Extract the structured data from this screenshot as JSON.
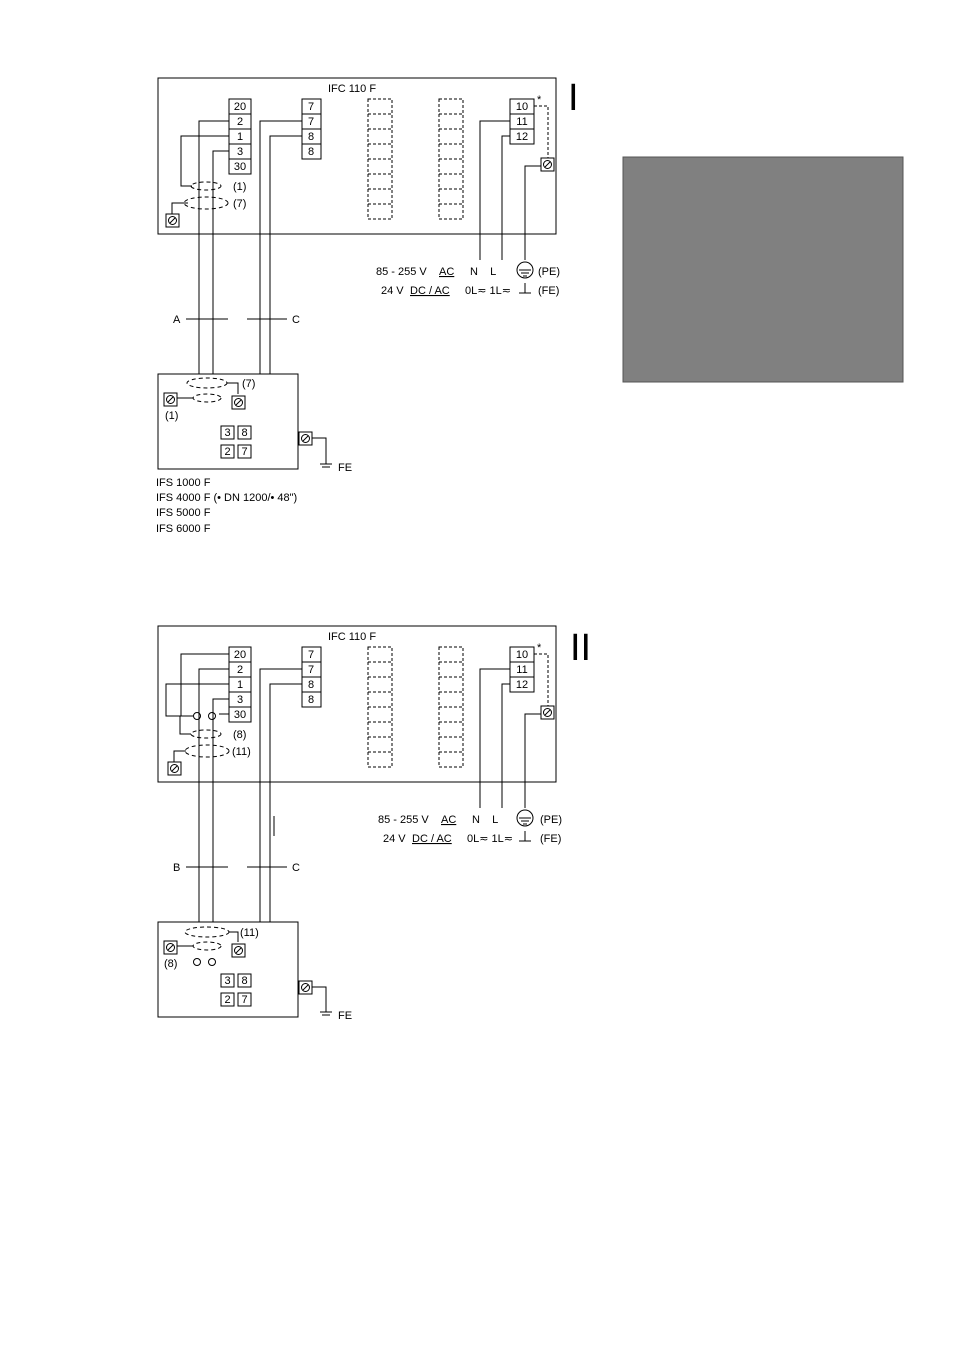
{
  "diagram_I": {
    "roman": "I",
    "converter_title": "IFC 110 F",
    "terminals_left": [
      "20",
      "2",
      "1",
      "3",
      "30"
    ],
    "terminals_mid": [
      "7",
      "7",
      "8",
      "8"
    ],
    "terminals_right": [
      "10",
      "11",
      "12"
    ],
    "asterisk": "*",
    "shield_labels": [
      "(1)",
      "(7)"
    ],
    "power_line1": {
      "voltage": "85 - 255 V",
      "type": "AC",
      "terms": "N    L",
      "earth": "(PE)"
    },
    "power_line2": {
      "voltage": "24 V",
      "type": "DC / AC",
      "terms": "0L≂ 1L≂",
      "earth": "(FE)"
    },
    "cable_labels": [
      "A",
      "C"
    ],
    "sensor_shield_labels": [
      "(7)",
      "(1)"
    ],
    "sensor_terminals_top": [
      "3",
      "8"
    ],
    "sensor_terminals_bottom": [
      "2",
      "7"
    ],
    "fe_label": "FE",
    "models": [
      "IFS 1000 F",
      "IFS 4000 F (• DN 1200/• 48\")",
      "IFS 5000 F",
      "IFS 6000 F"
    ]
  },
  "diagram_II": {
    "roman": "II",
    "converter_title": "IFC 110 F",
    "terminals_left": [
      "20",
      "2",
      "1",
      "3",
      "30"
    ],
    "terminals_mid": [
      "7",
      "7",
      "8",
      "8"
    ],
    "terminals_right": [
      "10",
      "11",
      "12"
    ],
    "asterisk": "*",
    "shield_labels": [
      "(8)",
      "(11)"
    ],
    "power_line1": {
      "voltage": "85 - 255 V",
      "type": "AC",
      "terms": "N    L",
      "earth": "(PE)"
    },
    "power_line2": {
      "voltage": "24 V",
      "type": "DC / AC",
      "terms": "0L≂ 1L≂",
      "earth": "(FE)"
    },
    "cable_labels": [
      "B",
      "C"
    ],
    "sensor_shield_labels": [
      "(11)",
      "(8)"
    ],
    "sensor_terminals_top": [
      "3",
      "8"
    ],
    "sensor_terminals_bottom": [
      "2",
      "7"
    ],
    "fe_label": "FE"
  },
  "colors": {
    "line": "#000000",
    "gray_box": "#808080",
    "background": "#ffffff"
  }
}
